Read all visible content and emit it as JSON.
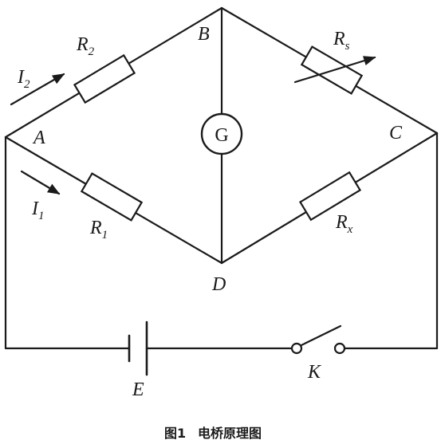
{
  "labels": {
    "A": "A",
    "B": "B",
    "C": "C",
    "D": "D",
    "G": "G",
    "E": "E",
    "K": "K",
    "I2": "I",
    "I2_sub": "2",
    "I1": "I",
    "I1_sub": "1",
    "R2": "R",
    "R2_sub": "2",
    "R1": "R",
    "R1_sub": "1",
    "Rs": "R",
    "Rs_sub": "s",
    "Rx": "R",
    "Rx_sub": "x"
  },
  "caption": {
    "figure": "图1",
    "title": "电桥原理图"
  }
}
